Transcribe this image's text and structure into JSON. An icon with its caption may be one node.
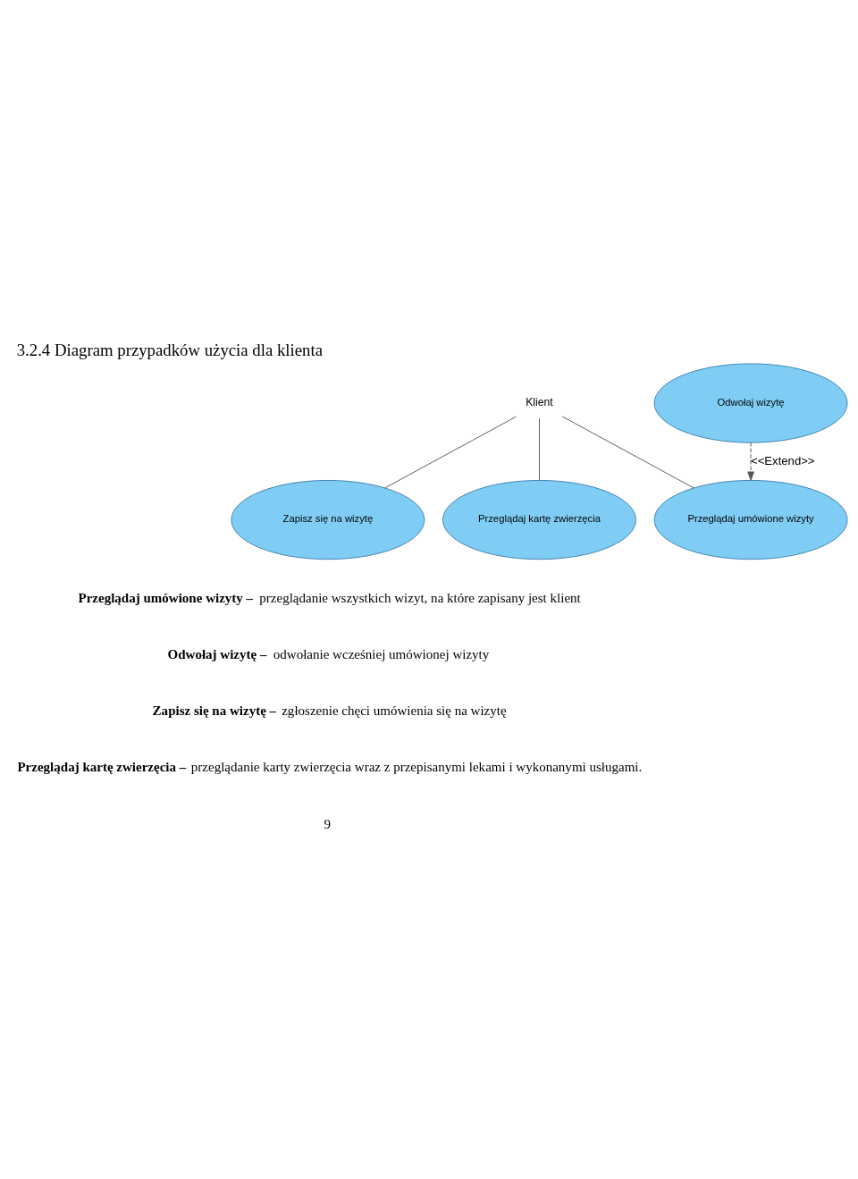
{
  "diagram": {
    "title": "3.2.4 Diagram przypadków użycia dla klienta",
    "nodes": [
      {
        "text": [
          "Klient"
        ]
      },
      {
        "text": [
          "Odwołaj wizytę"
        ]
      },
      {
        "text": [
          "Przeglądaj umówione wizyty"
        ]
      },
      {
        "text": [
          "Zapisz się na wizytę"
        ]
      },
      {
        "text": [
          "Przeglądaj kartę zwierzęcia"
        ]
      }
    ],
    "edges": [
      {
        "from": 1,
        "to": 2,
        "arrow": "to",
        "style": "dashed",
        "label": "<<Extend>>"
      },
      {
        "from": 0,
        "to": 2,
        "arrow": "none"
      },
      {
        "from": 0,
        "to": 3,
        "arrow": "none"
      },
      {
        "from": 0,
        "to": 4,
        "arrow": "none"
      }
    ],
    "labels": [
      "**Przeglądaj umówione wizyty –** przeglądanie wszystkich wizyt, na które zapisany jest klient",
      "**Odwołaj wizytę –** odwołanie wcześniej umówionej wizyty",
      "**Zapisz się na wizytę –** zgłoszenie chęci umówienia się na wizytę",
      "**Przeglądaj kartę zwierzęcia –** przeglądanie karty zwierzęcia wraz z przepisanymi lekami i wykonanymi usługami.",
      "9"
    ]
  }
}
